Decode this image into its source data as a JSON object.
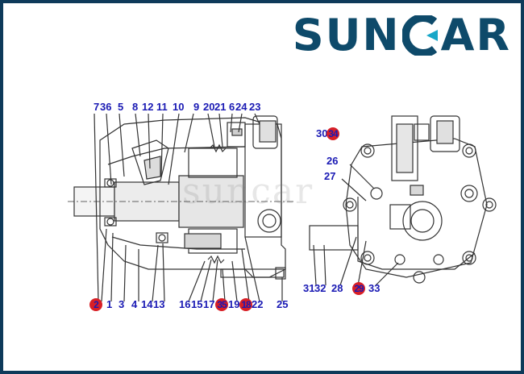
{
  "brand": {
    "logo_left": "SUN",
    "logo_right": "AR",
    "color": "#0e4a6a",
    "border_color": "#0e3a5a"
  },
  "watermark": "suncar",
  "labels": {
    "l7": "7",
    "l36": "36",
    "l5": "5",
    "l8": "8",
    "l12": "12",
    "l11": "11",
    "l10": "10",
    "l9": "9",
    "l20": "20",
    "l21": "21",
    "l6": "6",
    "l24": "24",
    "l23": "23",
    "l30": "30",
    "l34": "34",
    "l26": "26",
    "l27": "27",
    "l31": "31",
    "l32": "32",
    "l28": "28",
    "l29": "29",
    "l33": "33",
    "l2": "2",
    "l1": "1",
    "l3": "3",
    "l4": "4",
    "l14": "14",
    "l13": "13",
    "l16": "16",
    "l15": "15",
    "l17": "17",
    "l35": "35",
    "l19": "19",
    "l18": "18",
    "l22": "22",
    "l25": "25"
  },
  "colors": {
    "label": "#1a1ab4",
    "highlight": "#d81f26",
    "line": "#333333"
  }
}
